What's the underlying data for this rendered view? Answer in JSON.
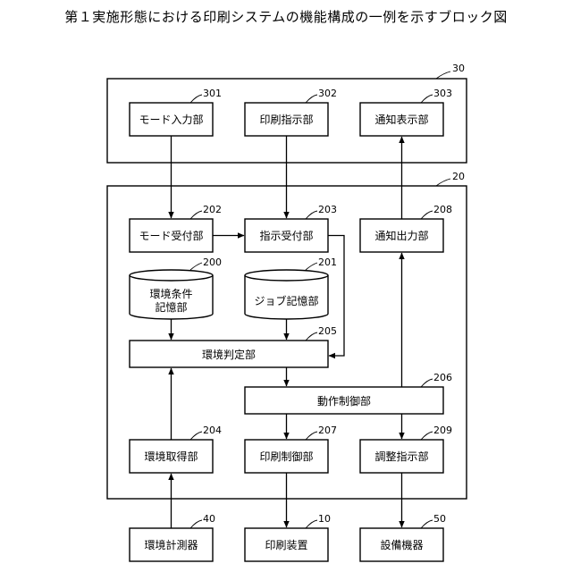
{
  "title": "第１実施形態における印刷システムの機能構成の一例を示すブロック図",
  "labels": {
    "n301": "モード入力部",
    "n302": "印刷指示部",
    "n303": "通知表示部",
    "n202": "モード受付部",
    "n203": "指示受付部",
    "n208": "通知出力部",
    "n200_line1": "環境条件",
    "n200_line2": "記憶部",
    "n201": "ジョブ記憶部",
    "n205": "環境判定部",
    "n206": "動作制御部",
    "n204": "環境取得部",
    "n207": "印刷制御部",
    "n209": "調整指示部",
    "n40": "環境計測器",
    "n10": "印刷装置",
    "n50": "設備機器"
  },
  "refs": {
    "r30": "30",
    "r20": "20",
    "r301": "301",
    "r302": "302",
    "r303": "303",
    "r202": "202",
    "r203": "203",
    "r208": "208",
    "r200": "200",
    "r201": "201",
    "r205": "205",
    "r206": "206",
    "r204": "204",
    "r207": "207",
    "r209": "209",
    "r40": "40",
    "r10": "10",
    "r50": "50"
  }
}
